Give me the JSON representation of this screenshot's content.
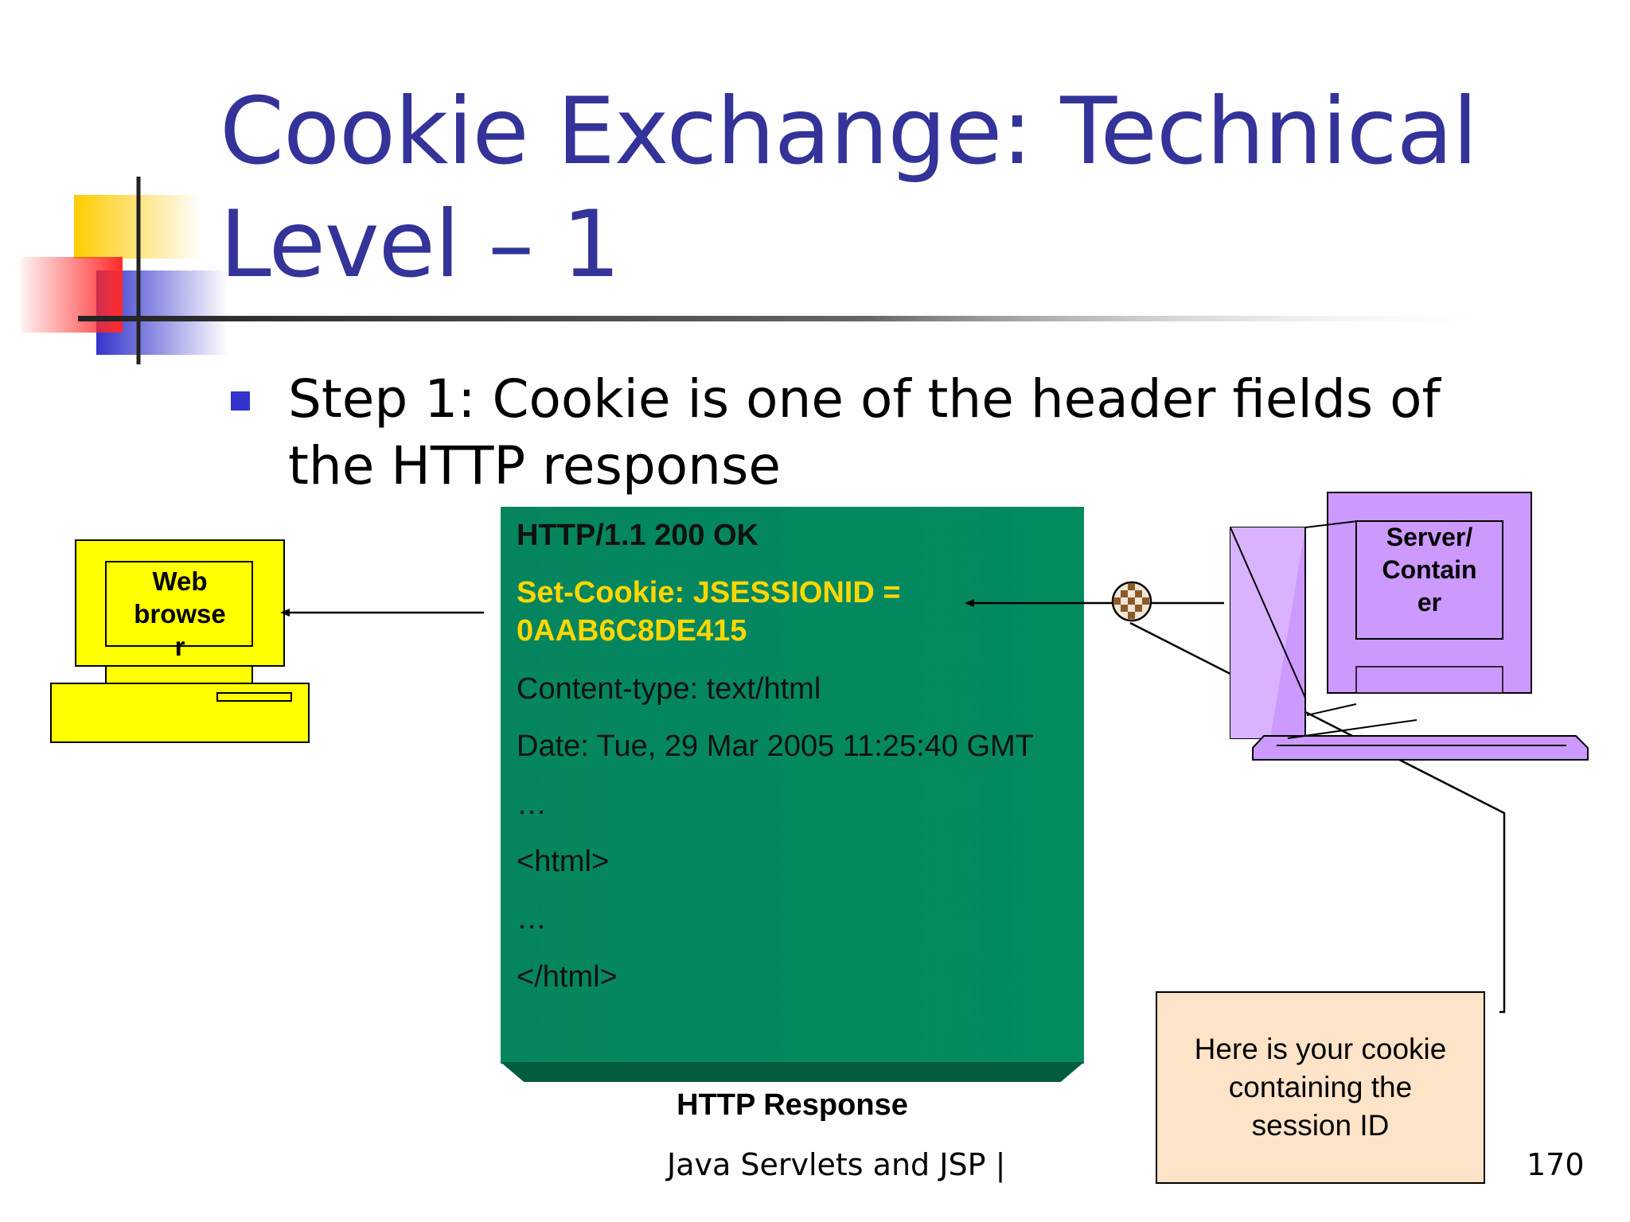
{
  "slide": {
    "title": "Cookie Exchange: Technical Level – 1",
    "bullet": "Step 1: Cookie is one of the header fields of the HTTP response",
    "footer": "Java Servlets and JSP |",
    "page_number": "170"
  },
  "colors": {
    "title": "#333399",
    "bullet_marker": "#3333cc",
    "response_card": "#038a61",
    "cookie_text": "#ffd700",
    "browser_fill": "#ffff00",
    "server_fill": "#cc99ff",
    "note_fill": "#fde3c8"
  },
  "response": {
    "status_line": "HTTP/1.1 200 OK",
    "set_cookie_line1": "Set-Cookie: JSESSIONID =",
    "set_cookie_line2": "0AAB6C8DE415",
    "content_type": "Content-type: text/html",
    "date": "Date: Tue, 29 Mar 2005 11:25:40 GMT",
    "ellipsis1": "…",
    "html_open": "<html>",
    "ellipsis2": "…",
    "html_close": "</html>",
    "caption": "HTTP Response"
  },
  "browser": {
    "label_line1": "Web",
    "label_line2": "browse",
    "label_line3": "r"
  },
  "server": {
    "label_line1": "Server/",
    "label_line2": "Contain",
    "label_line3": "er"
  },
  "note": {
    "line1": "Here is your cookie",
    "line2": "containing the",
    "line3": "session ID"
  },
  "icons": {
    "cookie": "cookie-icon",
    "browser": "computer-icon",
    "server": "server-icon"
  }
}
